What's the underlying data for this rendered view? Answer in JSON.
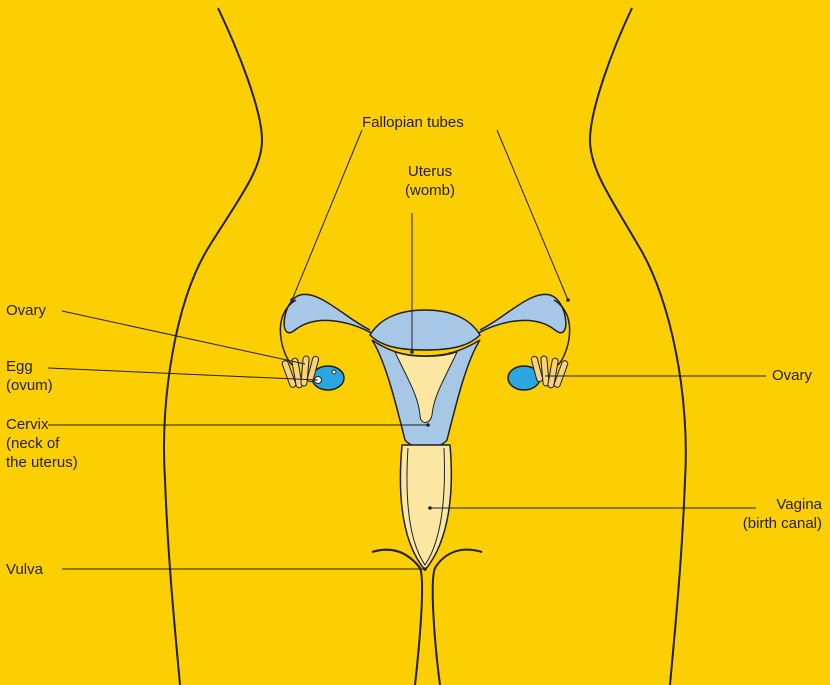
{
  "diagram": {
    "labels": {
      "fallopian_tubes": "Fallopian tubes",
      "uterus": [
        "Uterus",
        "(womb)"
      ],
      "ovary_left": "Ovary",
      "egg": [
        "Egg",
        "(ovum)"
      ],
      "cervix": [
        "Cervix",
        "(neck of",
        "the uterus)"
      ],
      "vulva": "Vulva",
      "ovary_right": "Ovary",
      "vagina": [
        "Vagina",
        "(birth canal)"
      ]
    },
    "colors": {
      "background": "#FCCF03",
      "outline": "#231F20",
      "uterus_wall": "#A7C7E7",
      "cavity": "#FBE7A1",
      "ovary": "#2AA7DF",
      "fimbriae": "#F6D27A"
    }
  }
}
